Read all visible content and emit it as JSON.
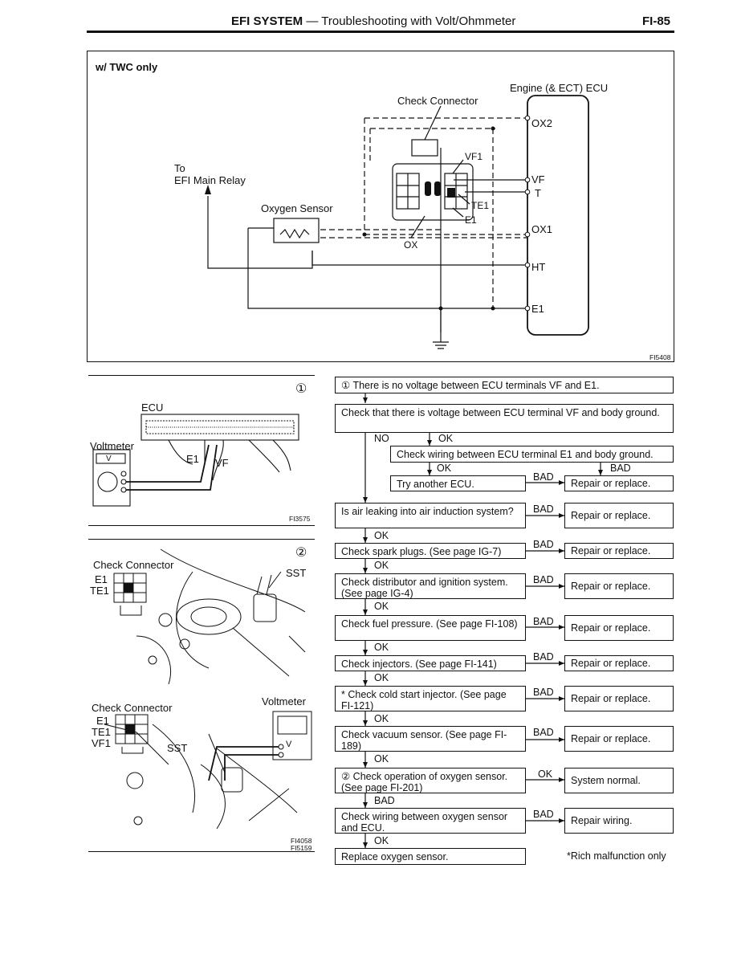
{
  "header": {
    "section": "EFI SYSTEM",
    "dash": "—",
    "subtitle": "Troubleshooting with Volt/Ohmmeter",
    "page": "FI-85"
  },
  "diagram": {
    "title": "w/ TWC only",
    "ecu_label": "Engine (& ECT) ECU",
    "check_connector": "Check Connector",
    "to_label": "To",
    "relay_label": "EFI Main Relay",
    "oxygen_sensor": "Oxygen Sensor",
    "pins": [
      "OX2",
      "VF",
      "T",
      "OX1",
      "HT",
      "E1"
    ],
    "conn_labels": {
      "vf1": "VF1",
      "te1": "TE1",
      "e1": "E1",
      "ox": "OX"
    },
    "fig_code": "FI5408"
  },
  "fig1": {
    "num": "①",
    "ecu": "ECU",
    "voltmeter": "Voltmeter",
    "e1": "E1",
    "vf": "VF",
    "v": "V",
    "code": "FI3575"
  },
  "fig2": {
    "num": "②",
    "check_connector_top": "Check Connector",
    "e1": "E1",
    "te1": "TE1",
    "sst_top": "SST",
    "check_connector_bottom": "Check Connector",
    "e1b": "E1",
    "te1b": "TE1",
    "vf1": "VF1",
    "sst_bottom": "SST",
    "voltmeter": "Voltmeter",
    "v": "V",
    "code1": "FI4058",
    "code2": "FI5159"
  },
  "flow": {
    "start": "① There is no voltage between ECU terminals VF and E1.",
    "check_vf": "Check that there is voltage between ECU terminal VF and body ground.",
    "no": "NO",
    "ok": "OK",
    "bad": "BAD",
    "check_e1": "Check wiring between ECU terminal E1 and body ground.",
    "try_ecu": "Try another ECU.",
    "repair": "Repair or replace.",
    "air_leak": "Is air leaking into air induction system?",
    "spark": "Check spark plugs. (See page IG-7)",
    "distributor": "Check distributor and ignition system. (See page IG-4)",
    "fuel": "Check fuel pressure. (See page FI-108)",
    "injectors": "Check injectors. (See page FI-141)",
    "cold_start": "* Check cold start injector. (See page FI-121)",
    "vacuum": "Check vacuum sensor. (See page FI-189)",
    "oxygen_op": "② Check operation of oxygen sensor. (See page FI-201)",
    "system_normal": "System normal.",
    "wiring": "Check wiring between oxygen sensor and ECU.",
    "repair_wiring": "Repair wiring.",
    "replace_o2": "Replace oxygen sensor.",
    "footnote": "*Rich malfunction only"
  }
}
